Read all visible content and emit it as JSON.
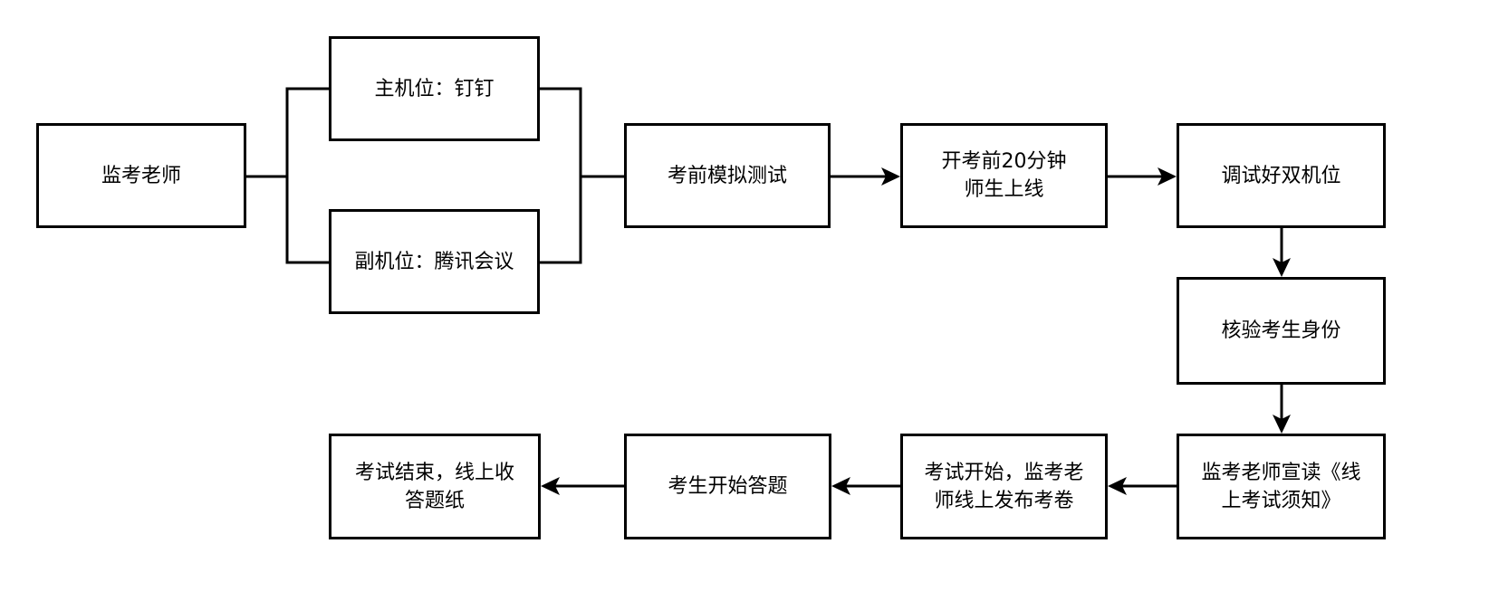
{
  "nodes": {
    "teacher": "监考老师",
    "main_cam": "主机位：钉钉",
    "sub_cam": "副机位：腾讯会议",
    "mock_test": "考前模拟测试",
    "online_20min": "开考前20分钟\n师生上线",
    "debug_cams": "调试好双机位",
    "verify_id": "核验考生身份",
    "read_rules": "监考老师宣读《线\n上考试须知》",
    "publish": "考试开始，监考老\n师线上发布考卷",
    "answer": "考生开始答题",
    "collect": "考试结束，线上收\n答题纸"
  }
}
